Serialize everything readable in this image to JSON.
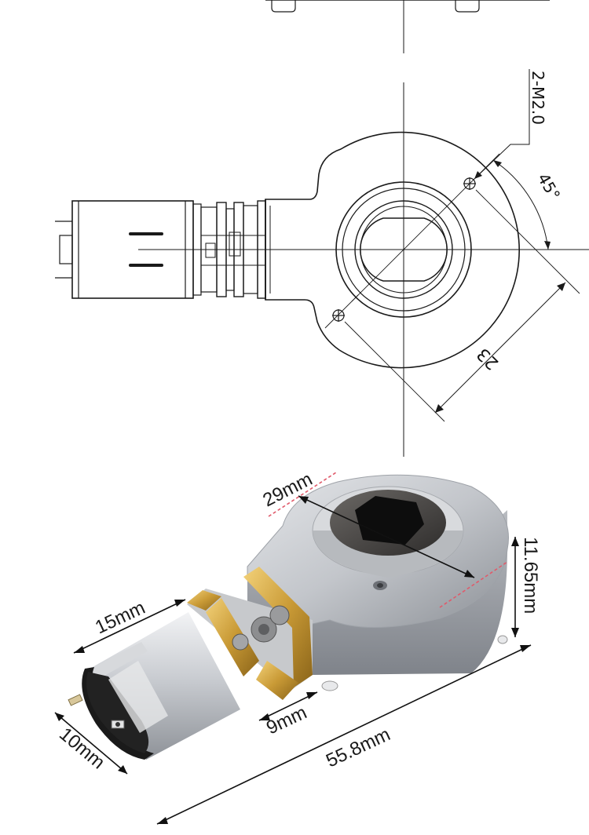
{
  "drawing": {
    "screw_callout": "2-M2.0",
    "angle_label": "45°",
    "distance_label": "23"
  },
  "photo": {
    "dims": {
      "outer_diameter": "29mm",
      "height": "11.65mm",
      "motor_length": "15mm",
      "gearbox_length": "9mm",
      "motor_width": "10mm",
      "overall_length": "55.8mm"
    }
  }
}
